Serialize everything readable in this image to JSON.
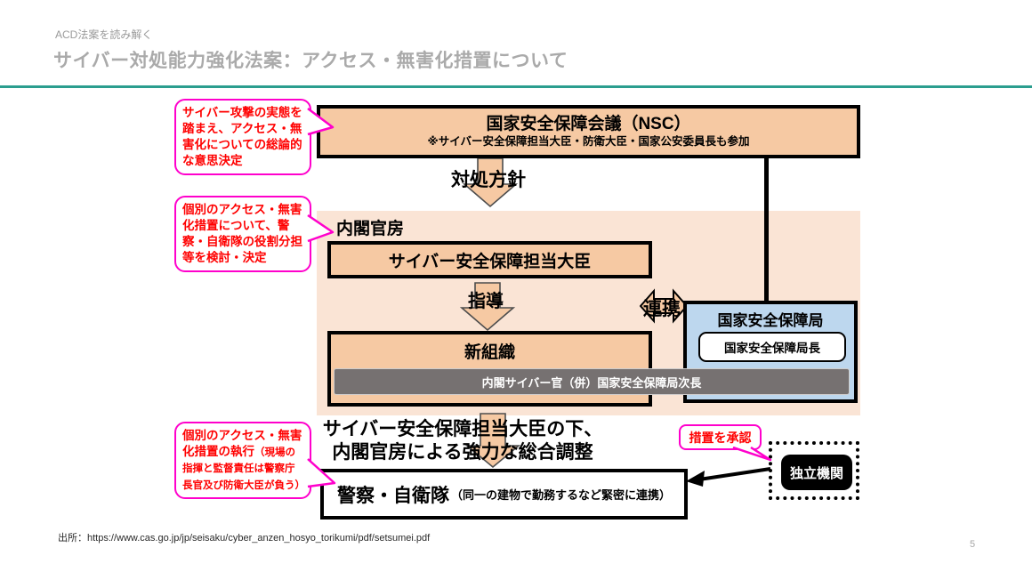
{
  "header": {
    "eyebrow": "ACD法案を読み解く",
    "title": "サイバー対処能力強化法案：アクセス・無害化措置について"
  },
  "colors": {
    "accent_teal": "#2b9e8f",
    "box_peach": "#f6c9a3",
    "area_light_peach": "#fae4d5",
    "nss_blue": "#bdd7ee",
    "officer_gray": "#767171",
    "callout_magenta": "#ff00cc",
    "callout_red": "#ff0000",
    "title_gray": "#aaaaaa"
  },
  "diagram": {
    "nsc": {
      "title": "国家安全保障会議（NSC）",
      "subtitle": "※サイバー安全保障担当大臣・防衛大臣・国家公安委員長も参加"
    },
    "policy_arrow_label": "対処方針",
    "cabinet_area_label": "内閣官房",
    "minister_box": "サイバー安全保障担当大臣",
    "guidance_arrow_label": "指導",
    "cooperation_arrow_label": "連携",
    "nss": {
      "title": "国家安全保障局",
      "chief": "国家安全保障局長"
    },
    "new_org": {
      "title": "新組織",
      "officer_bar": "内閣サイバー官（併）国家安全保障局次長"
    },
    "coordination_text": "サイバー安全保障担当大臣の下、\n内閣官房による強力な総合調整",
    "police_box": {
      "main": "警察・自衛隊",
      "note": "（同一の建物で勤務するなど緊密に連携）"
    },
    "approval_label": "措置を承認",
    "independent_org": "独立機関"
  },
  "callouts": [
    {
      "text": "サイバー攻撃の実態を踏まえ、アクセス・無害化についての総論的な意思決定"
    },
    {
      "text": "個別のアクセス・無害化措置について、警察・自衛隊の役割分担等を検討・決定"
    },
    {
      "main": "個別のアクセス・無害化措置の執行",
      "note": "（現場の指揮と監督責任は警察庁長官及び防衛大臣が負う）"
    }
  ],
  "footer": {
    "source": "出所：https://www.cas.go.jp/jp/seisaku/cyber_anzen_hosyo_torikumi/pdf/setsumei.pdf",
    "page_number": "5"
  }
}
